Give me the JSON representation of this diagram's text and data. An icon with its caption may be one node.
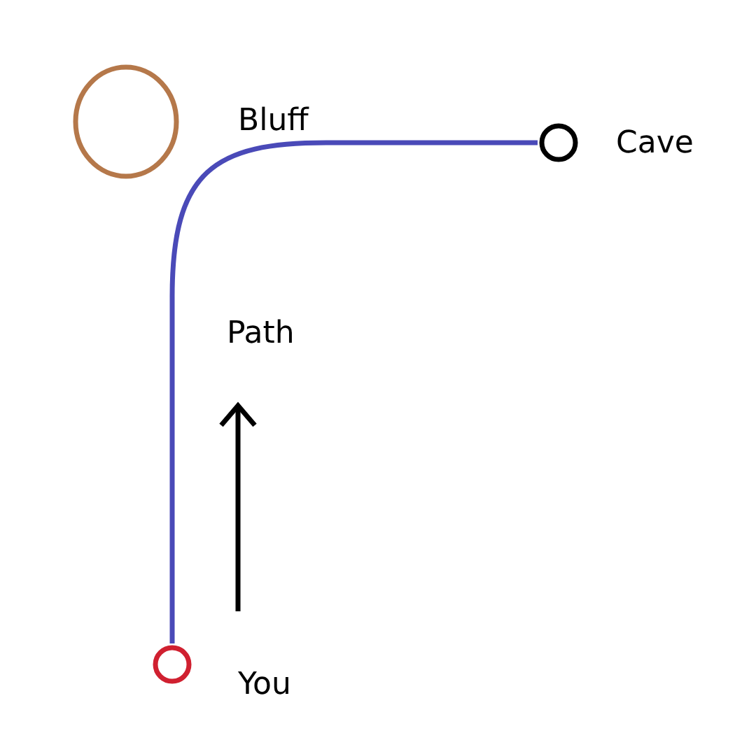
{
  "diagram": {
    "nodes": [
      {
        "text": [],
        "shape": "ellipse",
        "beside": [
          "Bluff"
        ]
      },
      {
        "text": [],
        "shape": "circle",
        "beside": [
          "Cave"
        ]
      },
      {
        "text": [],
        "shape": "circle",
        "beside": [
          "You"
        ]
      }
    ],
    "edges": [
      {
        "from": 2,
        "to": 1,
        "arrow": "none",
        "label": "Path"
      }
    ]
  }
}
